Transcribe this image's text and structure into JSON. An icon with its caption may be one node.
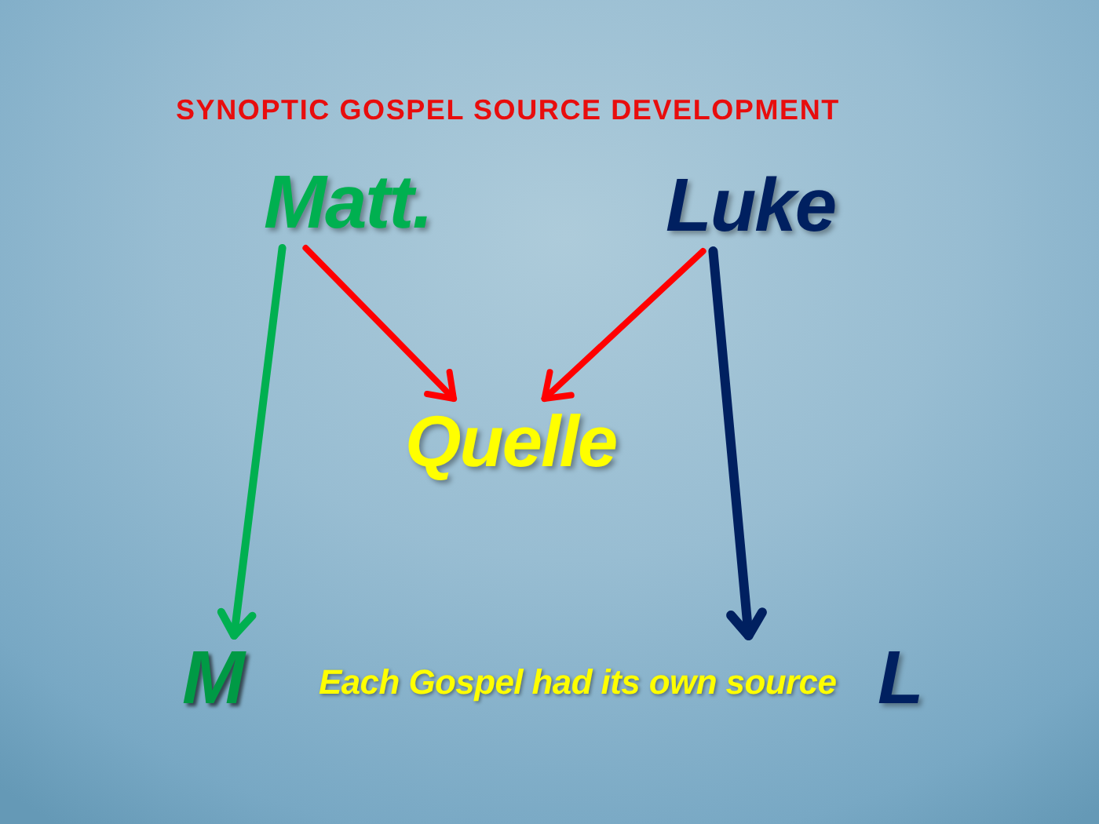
{
  "diagram": {
    "title": "SYNOPTIC GOSPEL SOURCE DEVELOPMENT",
    "nodes": [
      {
        "text": [
          "Matt."
        ]
      },
      {
        "text": [
          "Luke"
        ]
      },
      {
        "text": [
          "Quelle"
        ]
      },
      {
        "text": [
          "M"
        ]
      },
      {
        "text": [
          "L"
        ]
      }
    ],
    "edges": [
      {
        "from": 0,
        "to": 3,
        "arrow": "to",
        "color": "#00b050"
      },
      {
        "from": 0,
        "to": 2,
        "arrow": "to",
        "color": "#ff0000"
      },
      {
        "from": 1,
        "to": 2,
        "arrow": "to",
        "color": "#ff0000"
      },
      {
        "from": 1,
        "to": 4,
        "arrow": "to",
        "color": "#002060"
      }
    ],
    "labels": [
      "Each Gospel had its own source"
    ]
  }
}
